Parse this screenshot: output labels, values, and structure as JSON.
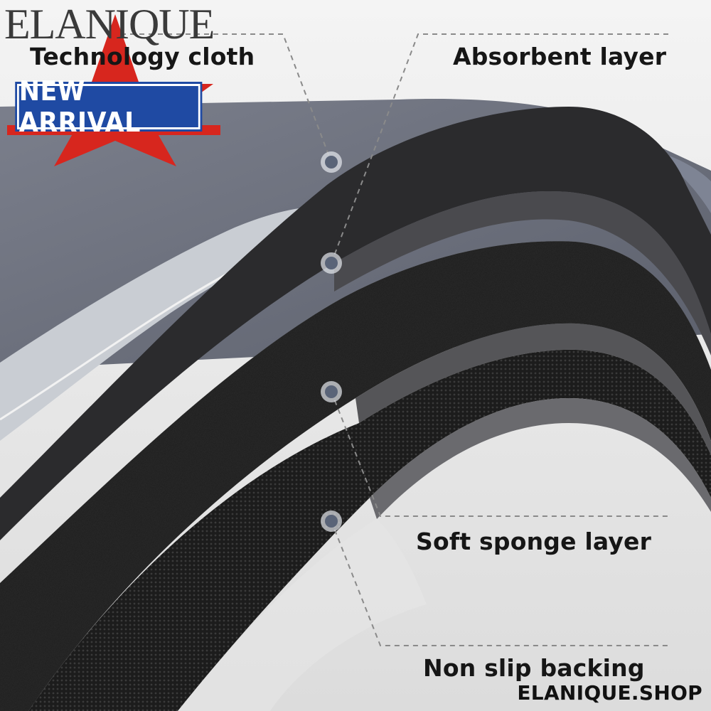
{
  "brand": {
    "logo_text": "ELANIQUE",
    "badge_text": "NEW ARRIVAL",
    "site": "ELANIQUE.SHOP"
  },
  "colors": {
    "badge_blue": "#1f4aa3",
    "badge_red": "#d7261e",
    "mat_gray": "#6d7180",
    "sponge": "#2a2a2a"
  },
  "layers": [
    {
      "name": "Technology cloth"
    },
    {
      "name": "Absorbent layer"
    },
    {
      "name": "Soft sponge layer"
    },
    {
      "name": "Non slip backing"
    }
  ]
}
